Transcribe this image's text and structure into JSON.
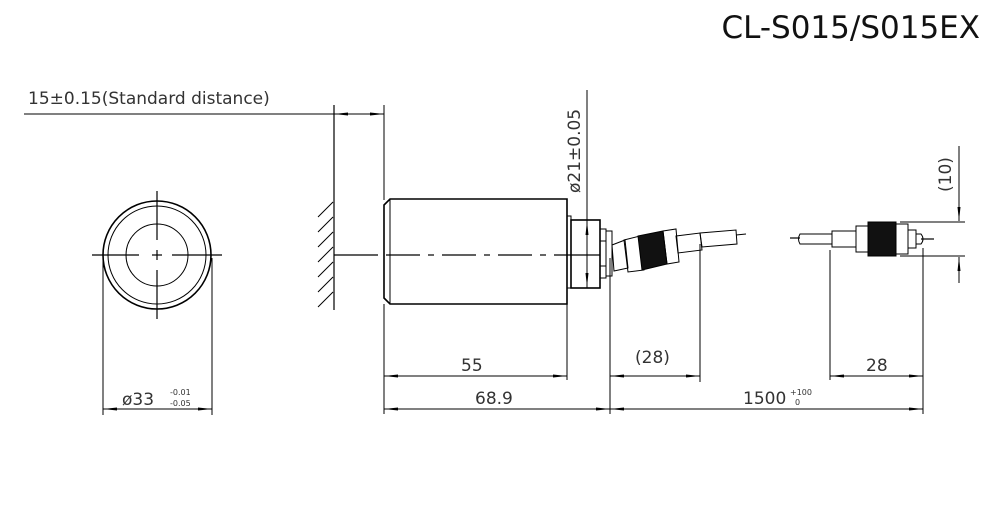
{
  "title": "CL-S015/S015EX",
  "dimensions": {
    "standard_distance": "15±0.15(Standard distance)",
    "diameter_head": "ø21±0.05",
    "diameter_body_main": "ø33",
    "diameter_body_tol_upper": "-0.01",
    "diameter_body_tol_lower": "-0.05",
    "length_body": "55",
    "length_total": "68.9",
    "connector_length_ref": "(28)",
    "connector_length": "28",
    "cable_length_main": "1500",
    "cable_length_tol_upper": "+100",
    "cable_length_tol_lower": "0",
    "connector_height_ref": "(10)"
  },
  "views": {
    "front_view": "circular end view of sensor head",
    "side_view": "sensor head with cable connector",
    "cable_end_view": "cable end connector",
    "target": "measurement target surface (hatched)"
  }
}
